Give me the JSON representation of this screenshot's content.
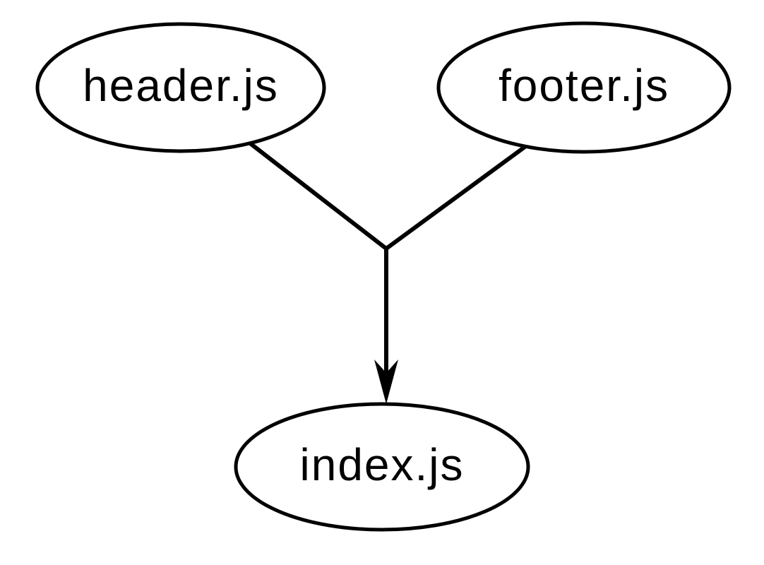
{
  "diagram": {
    "type": "dependency-graph",
    "background_color": "#ffffff",
    "stroke_color": "#000000",
    "node_fill_color": "#ffffff",
    "text_color": "#000000",
    "nodes": [
      {
        "id": "header",
        "label": "header.js",
        "shape": "ellipse"
      },
      {
        "id": "footer",
        "label": "footer.js",
        "shape": "ellipse"
      },
      {
        "id": "index",
        "label": "index.js",
        "shape": "ellipse"
      }
    ],
    "edges": [
      {
        "from": "header",
        "to": "index",
        "arrow": "merged-into-junction"
      },
      {
        "from": "footer",
        "to": "index",
        "arrow": "merged-into-junction"
      }
    ]
  }
}
